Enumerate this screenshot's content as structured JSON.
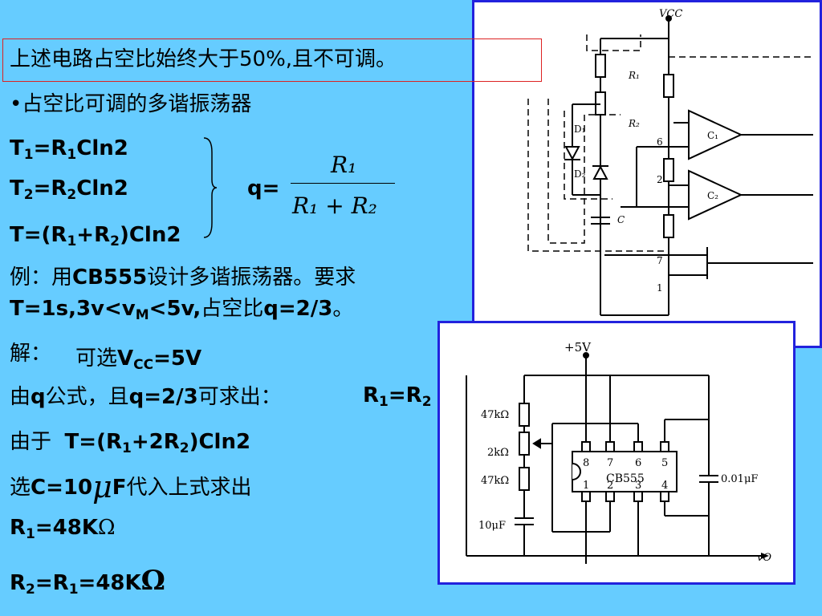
{
  "lines": {
    "note": "上述电路占空比始终大于50%,且不可调。",
    "bullet": "•占空比可调的多谐振荡器",
    "example1": "例：用CB555设计多谐振荡器。要求",
    "solve": "解：",
    "choose_vcc": "可选",
    "by_q": "由q公式，且q=2/3可求出：",
    "since": "由于",
    "select_c": "选C=10",
    "select_c2": "F代入上式求出"
  },
  "formulas": {
    "q_label": "q=",
    "q_num": "R₁",
    "q_den": "R₁ + R₂"
  },
  "circuit1": {
    "vcc": "VCC",
    "r1": "R₁",
    "r2": "R₂",
    "d1": "D₁",
    "d2": "D₂",
    "c": "C",
    "c1": "C₁",
    "c2": "C₂",
    "pin6": "6",
    "pin2": "2",
    "pin7": "7",
    "pin1": "1"
  },
  "circuit2": {
    "supply": "+5V",
    "r_top": "47kΩ",
    "r_pot": "2kΩ",
    "r_bot": "47kΩ",
    "cap": "10μF",
    "cap2": "0.01μF",
    "chip": "CB555",
    "out": "vO",
    "pins_top": [
      "8",
      "7",
      "6",
      "5"
    ],
    "pins_bot": [
      "1",
      "2",
      "3",
      "4"
    ]
  }
}
